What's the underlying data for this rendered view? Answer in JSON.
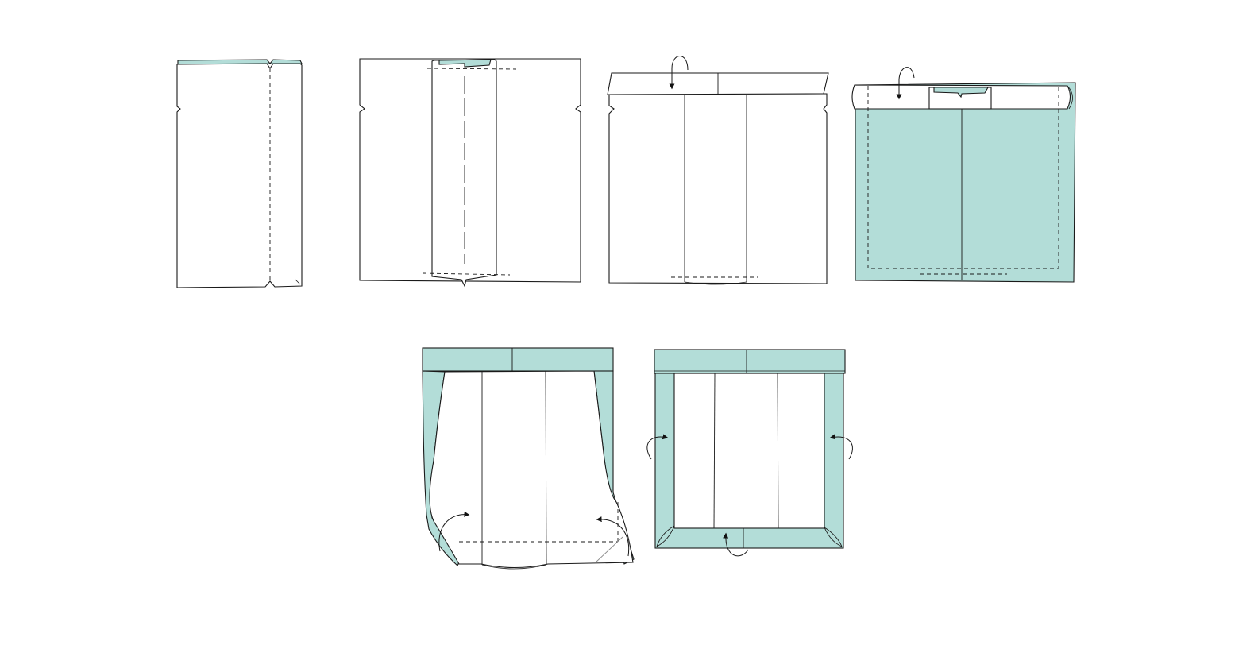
{
  "colors": {
    "background": "#ffffff",
    "outline": "#1a1a1a",
    "fabric_right_side": "#b3ddd8",
    "paper": "#ffffff"
  },
  "steps": [
    {
      "id": "step-1",
      "icon": "folded-strip-notched"
    },
    {
      "id": "step-2",
      "icon": "strip-centered-on-panel"
    },
    {
      "id": "step-3",
      "icon": "top-band-folded-down"
    },
    {
      "id": "step-4",
      "icon": "lining-layered-stitch-line"
    },
    {
      "id": "step-5",
      "icon": "side-seams-corners-turned"
    },
    {
      "id": "step-6",
      "icon": "finished-border-frame"
    }
  ]
}
